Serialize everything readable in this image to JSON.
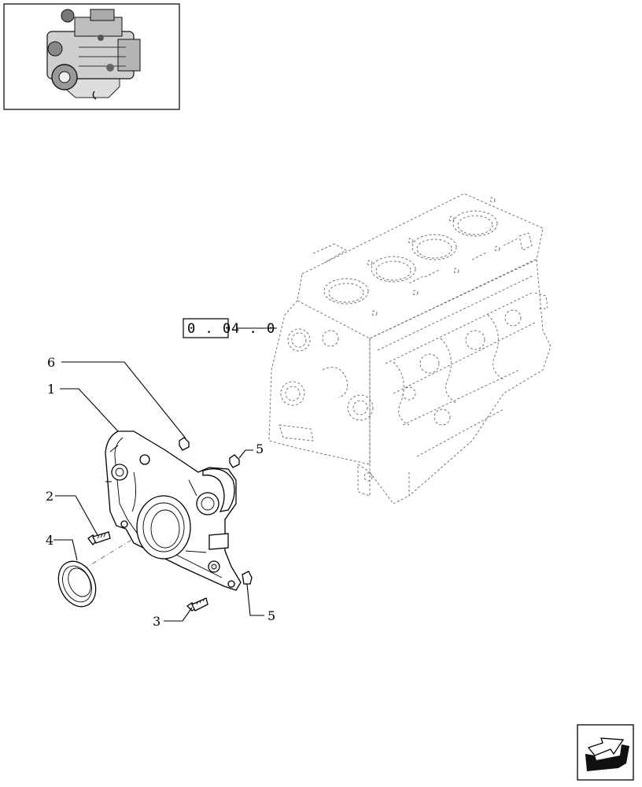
{
  "thumbnail": {
    "icon": "engine-overview-thumbnail"
  },
  "reference": {
    "boxed": "0 . 0",
    "rest": "4 . 0"
  },
  "callouts": {
    "c1": "1",
    "c2": "2",
    "c3": "3",
    "c4": "4",
    "c5a": "5",
    "c5b": "5",
    "c6": "6"
  },
  "nav": {
    "icon": "next-page-arrow-icon"
  }
}
